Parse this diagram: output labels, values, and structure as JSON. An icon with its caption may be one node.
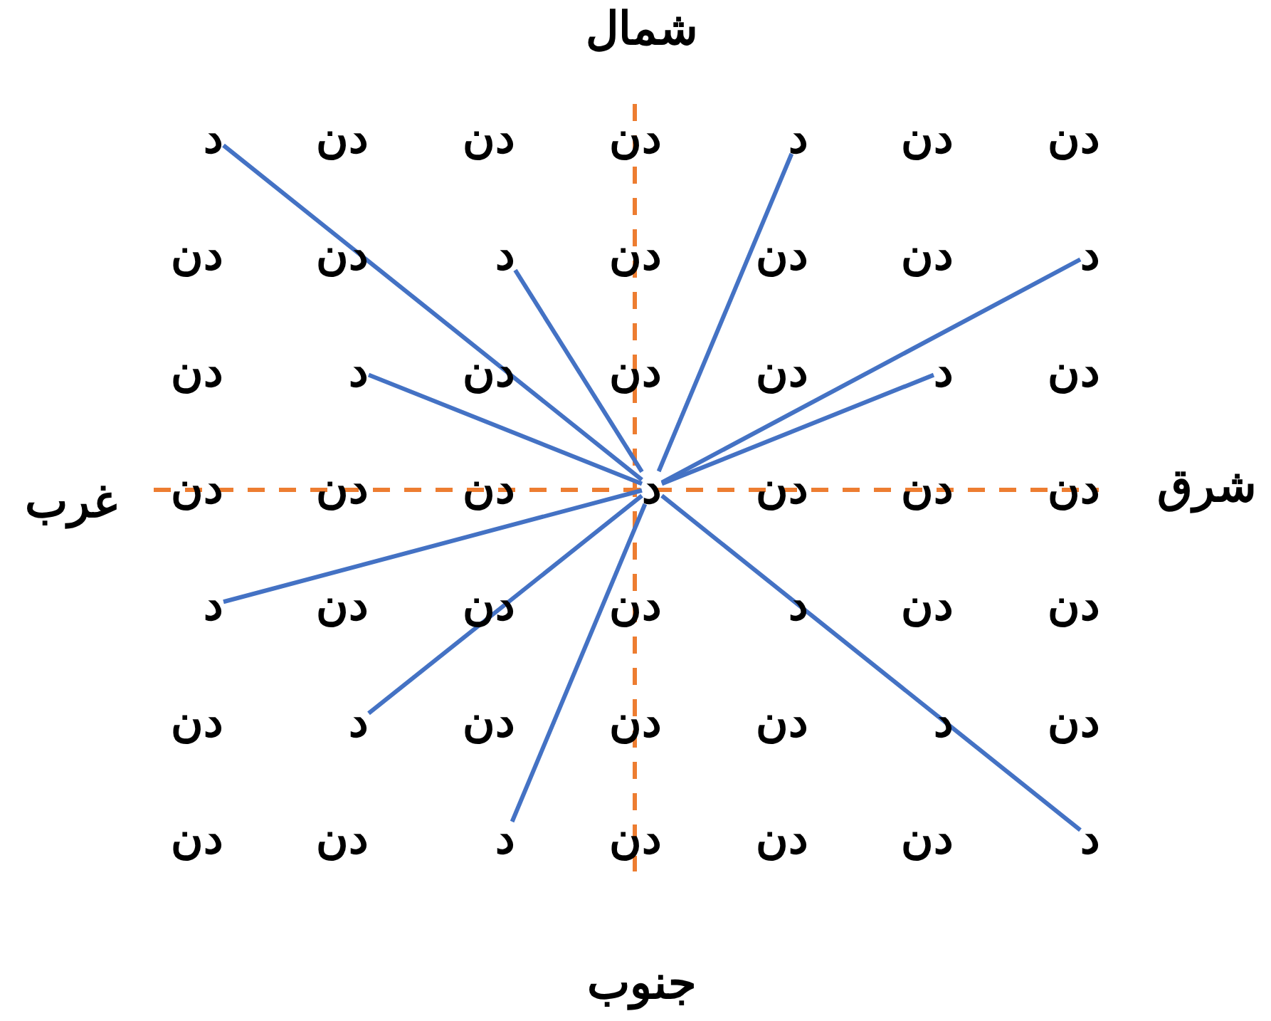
{
  "diagram": {
    "nodes": [
      {
        "text": [
          "د"
        ]
      },
      {
        "text": [
          "دن"
        ]
      },
      {
        "text": [
          "دن"
        ]
      },
      {
        "text": [
          "دن"
        ]
      },
      {
        "text": [
          "د"
        ]
      },
      {
        "text": [
          "دن"
        ]
      },
      {
        "text": [
          "دن"
        ]
      },
      {
        "text": [
          "دن"
        ]
      },
      {
        "text": [
          "دن"
        ]
      },
      {
        "text": [
          "د"
        ]
      },
      {
        "text": [
          "دن"
        ]
      },
      {
        "text": [
          "دن"
        ]
      },
      {
        "text": [
          "دن"
        ]
      },
      {
        "text": [
          "د"
        ]
      },
      {
        "text": [
          "دن"
        ]
      },
      {
        "text": [
          "د"
        ]
      },
      {
        "text": [
          "دن"
        ]
      },
      {
        "text": [
          "دن"
        ]
      },
      {
        "text": [
          "دن"
        ]
      },
      {
        "text": [
          "د"
        ]
      },
      {
        "text": [
          "دن"
        ]
      },
      {
        "text": [
          "دن"
        ]
      },
      {
        "text": [
          "دن"
        ]
      },
      {
        "text": [
          "دن"
        ]
      },
      {
        "text": [
          "د"
        ]
      },
      {
        "text": [
          "دن"
        ]
      },
      {
        "text": [
          "دن"
        ]
      },
      {
        "text": [
          "دن"
        ]
      },
      {
        "text": [
          "د"
        ]
      },
      {
        "text": [
          "دن"
        ]
      },
      {
        "text": [
          "دن"
        ]
      },
      {
        "text": [
          "دن"
        ]
      },
      {
        "text": [
          "د"
        ]
      },
      {
        "text": [
          "دن"
        ]
      },
      {
        "text": [
          "دن"
        ]
      },
      {
        "text": [
          "دن"
        ]
      },
      {
        "text": [
          "د"
        ]
      },
      {
        "text": [
          "دن"
        ]
      },
      {
        "text": [
          "دن"
        ]
      },
      {
        "text": [
          "دن"
        ]
      },
      {
        "text": [
          "د"
        ]
      },
      {
        "text": [
          "دن"
        ]
      },
      {
        "text": [
          "دن"
        ]
      },
      {
        "text": [
          "دن"
        ]
      },
      {
        "text": [
          "د"
        ]
      },
      {
        "text": [
          "دن"
        ]
      },
      {
        "text": [
          "دن"
        ]
      },
      {
        "text": [
          "دن"
        ]
      },
      {
        "text": [
          "د"
        ]
      }
    ],
    "edges": [
      {
        "from": 24,
        "to": 0,
        "arrow": "none"
      },
      {
        "from": 24,
        "to": 4,
        "arrow": "none"
      },
      {
        "from": 24,
        "to": 9,
        "arrow": "none"
      },
      {
        "from": 24,
        "to": 13,
        "arrow": "none"
      },
      {
        "from": 24,
        "to": 15,
        "arrow": "none"
      },
      {
        "from": 24,
        "to": 19,
        "arrow": "none"
      },
      {
        "from": 24,
        "to": 28,
        "arrow": "none"
      },
      {
        "from": 24,
        "to": 36,
        "arrow": "none"
      },
      {
        "from": 24,
        "to": 44,
        "arrow": "none"
      },
      {
        "from": 24,
        "to": 48,
        "arrow": "none"
      }
    ],
    "labels": [
      "شمال",
      "شرق",
      "غرب",
      "جنوب"
    ]
  }
}
